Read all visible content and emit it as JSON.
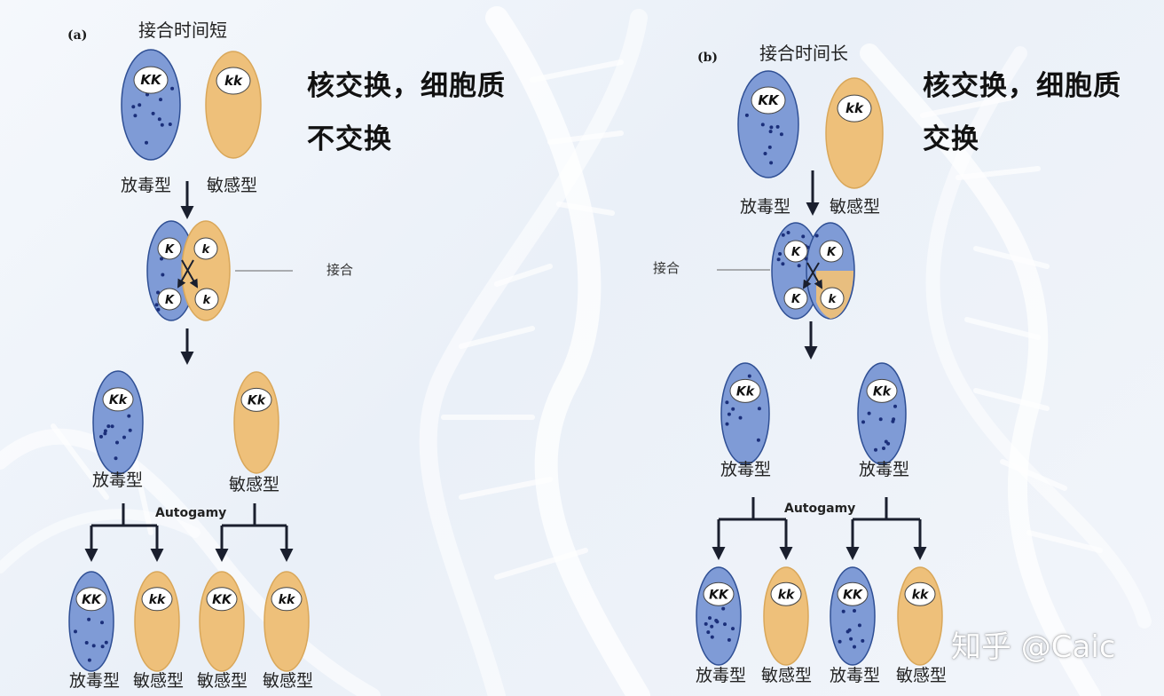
{
  "panel_a": {
    "tag": "(a)",
    "time_label": "接合时间短",
    "note_line1": "核交换，细胞质",
    "note_line2": "不交换",
    "conj_label": "接合",
    "autogamy_label": "Autogamy",
    "parent_genotypes": [
      "KK",
      "kk"
    ],
    "parent_types": [
      "放毒型",
      "敏感型"
    ],
    "pair_alleles": [
      "K",
      "k",
      "K",
      "k"
    ],
    "exconjugant_genotypes": [
      "Kk",
      "Kk"
    ],
    "exconjugant_types": [
      "放毒型",
      "敏感型"
    ],
    "offspring_genotypes": [
      "KK",
      "kk",
      "KK",
      "kk"
    ],
    "offspring_types": [
      "放毒型",
      "敏感型",
      "敏感型",
      "敏感型"
    ]
  },
  "panel_b": {
    "tag": "(b)",
    "time_label": "接合时间长",
    "note_line1": "核交换，细胞质",
    "note_line2": "交换",
    "conj_label": "接合",
    "autogamy_label": "Autogamy",
    "parent_genotypes": [
      "KK",
      "kk"
    ],
    "parent_types": [
      "放毒型",
      "敏感型"
    ],
    "pair_alleles": [
      "K",
      "K",
      "K",
      "k"
    ],
    "exconjugant_genotypes": [
      "Kk",
      "Kk"
    ],
    "exconjugant_types": [
      "放毒型",
      "放毒型"
    ],
    "offspring_genotypes": [
      "KK",
      "kk",
      "KK",
      "kk"
    ],
    "offspring_types": [
      "放毒型",
      "敏感型",
      "放毒型",
      "敏感型"
    ]
  },
  "watermark": "知乎 @Caic",
  "colors": {
    "killer_fill": "#7f9bd6",
    "killer_stroke": "#2f4f94",
    "killer_dots": "#1b2f7a",
    "sensitive_fill": "#eec07a",
    "sensitive_stroke": "#d9a75a",
    "arrow": "#1a1f2e"
  }
}
